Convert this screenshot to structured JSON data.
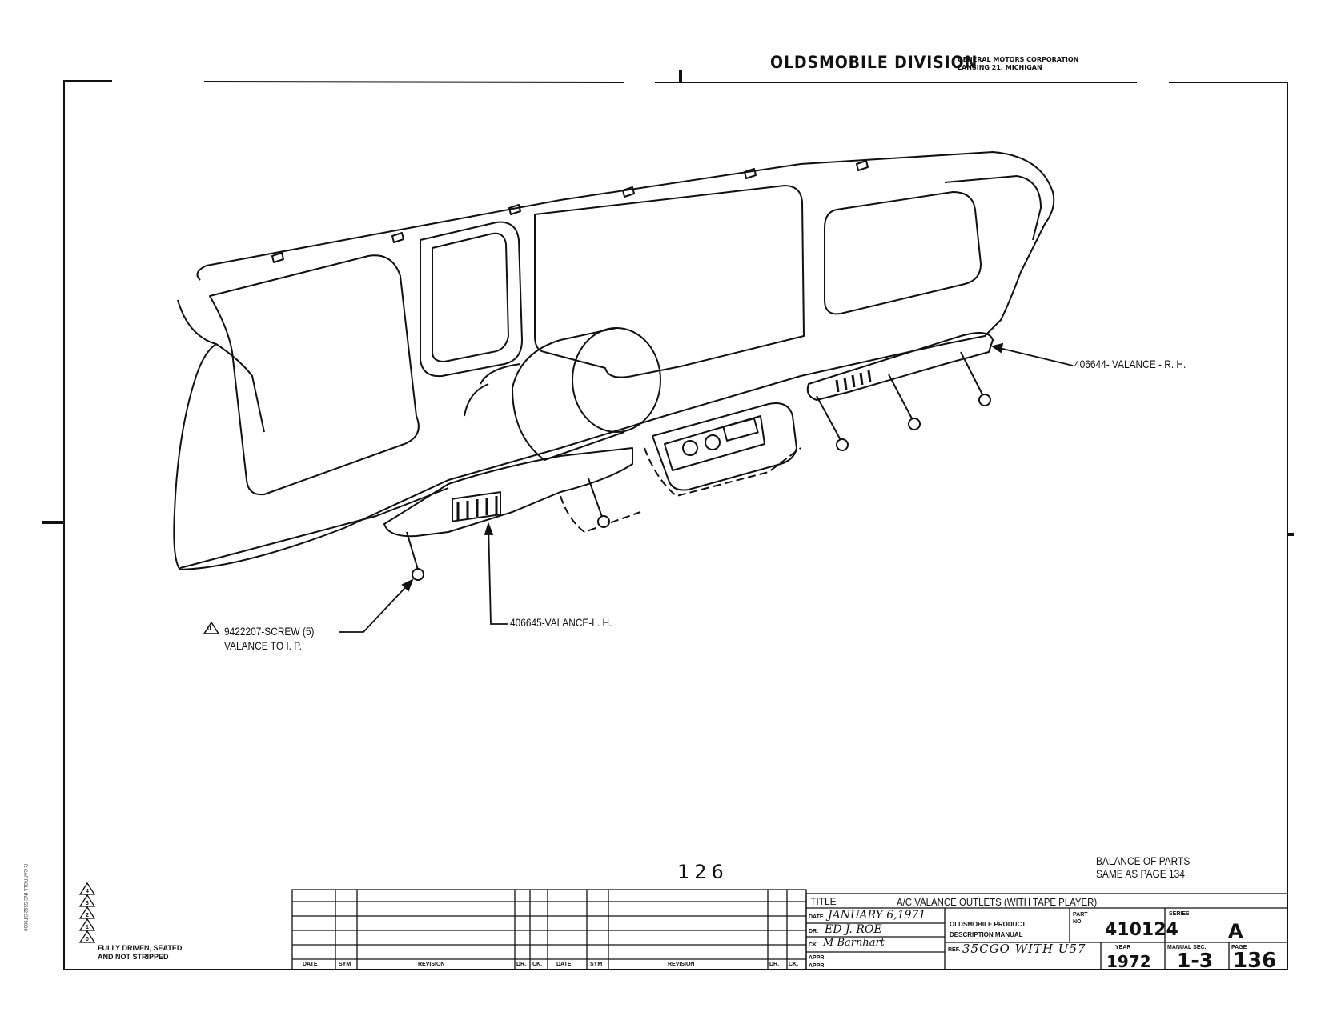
{
  "header": {
    "division": "OLDSMOBILE DIVISION",
    "corp_line1": "GENERAL MOTORS CORPORATION",
    "corp_line2": "LANSING 21, MICHIGAN"
  },
  "callouts": {
    "valance_rh": "406644- VALANCE - R. H.",
    "valance_lh": "406645-VALANCE-L. H.",
    "screw_line1": "9422207-SCREW (5)",
    "screw_line2": "VALANCE TO I. P.",
    "screw_symbol": "0"
  },
  "page_marker": "126",
  "balance_note": {
    "line1": "BALANCE OF PARTS",
    "line2": "SAME AS PAGE 134"
  },
  "legend": {
    "symbols": [
      "4",
      "3",
      "2",
      "1",
      "0"
    ],
    "text_line1": "FULLY DRIVEN, SEATED",
    "text_line2": "AND NOT STRIPPED"
  },
  "revision_table": {
    "headers_left": [
      "DATE",
      "SYM",
      "REVISION",
      "DR.",
      "CK."
    ],
    "headers_right": [
      "DATE",
      "SYM",
      "REVISION",
      "DR.",
      "CK."
    ]
  },
  "title_block": {
    "title_label": "TITLE",
    "title": "A/C VALANCE OUTLETS (WITH TAPE PLAYER)",
    "date_label": "DATE",
    "date": "JANUARY 6,1971",
    "dr_label": "DR.",
    "dr": "ED J. ROE",
    "ck_label": "CK.",
    "ck": "M Barnhart",
    "appr_label": "APPR.",
    "appr_label2": "APPR.",
    "manual_line1": "OLDSMOBILE PRODUCT",
    "manual_line2": "DESCRIPTION MANUAL",
    "part_label": "PART NO.",
    "part_no": "410124",
    "series_label": "SERIES",
    "series": "A",
    "ref_label": "REF.",
    "ref": "35CGO WITH U57",
    "year_label": "YEAR",
    "year": "1972",
    "manual_sec_label": "MANUAL SEC.",
    "manual_sec": "1-3",
    "page_label": "PAGE",
    "page": "136"
  },
  "side_text": "R CARROLL INC 5592 ST9000"
}
